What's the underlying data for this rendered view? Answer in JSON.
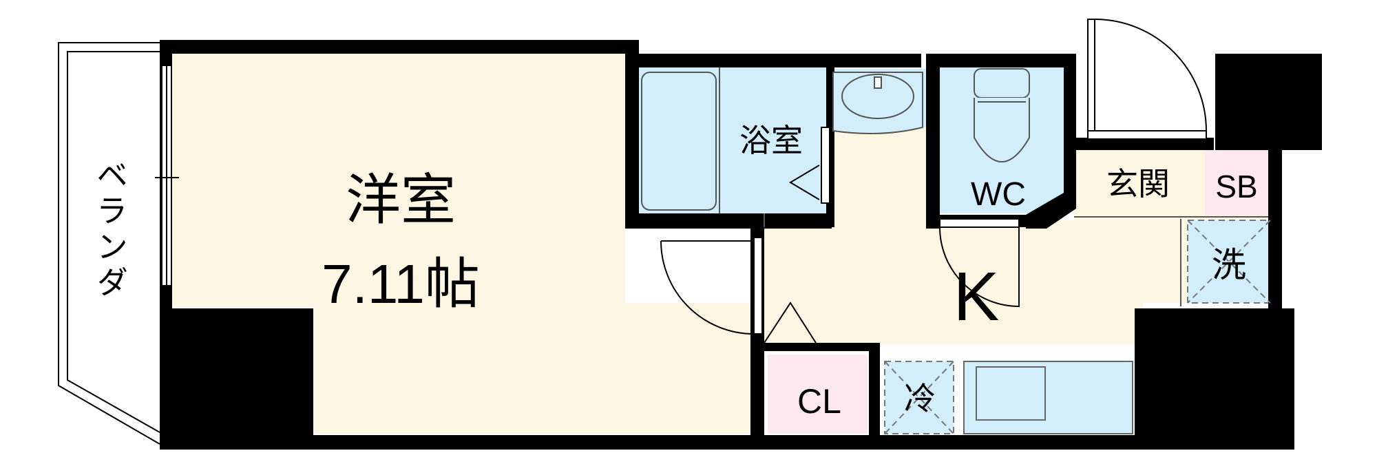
{
  "floor_plan": {
    "rooms": {
      "western_room": {
        "name": "洋室",
        "area": "7.11帖"
      },
      "bathroom": {
        "name": "浴室"
      },
      "toilet": {
        "name": "WC"
      },
      "entrance": {
        "name": "玄関"
      },
      "shoe_box": {
        "name": "SB"
      },
      "washer": {
        "name": "洗"
      },
      "kitchen": {
        "name": "K"
      },
      "closet": {
        "name": "CL"
      },
      "refrigerator": {
        "name": "冷"
      },
      "balcony": {
        "name": "ベランダ"
      }
    },
    "colors": {
      "wall": "#000000",
      "living_floor": "#fcf6e3",
      "wet_area": "#d3eefb",
      "storage": "#fce8ee",
      "balcony_floor": "#ffffff"
    }
  }
}
